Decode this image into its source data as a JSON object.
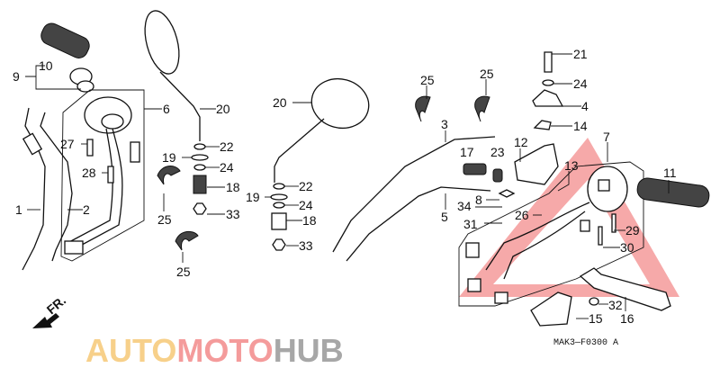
{
  "diagram": {
    "part_labels": [
      "9",
      "10",
      "6",
      "20",
      "27",
      "28",
      "22",
      "19",
      "24",
      "18",
      "33",
      "25",
      "25",
      "1",
      "2",
      "20",
      "22",
      "19",
      "24",
      "18",
      "33",
      "25",
      "25",
      "21",
      "24",
      "4",
      "14",
      "3",
      "12",
      "17",
      "23",
      "13",
      "7",
      "11",
      "8",
      "34",
      "31",
      "26",
      "5",
      "29",
      "30",
      "32",
      "15",
      "16"
    ],
    "direction_label": "FR.",
    "drawing_code": "MAK3—F0300 A"
  },
  "watermark": {
    "text_parts": [
      "AUTO",
      "MOTO",
      "HUB"
    ],
    "colors": [
      "#f5c063",
      "#f07a7a",
      "#8a8a8a"
    ],
    "triangle_color": "#f07070"
  }
}
